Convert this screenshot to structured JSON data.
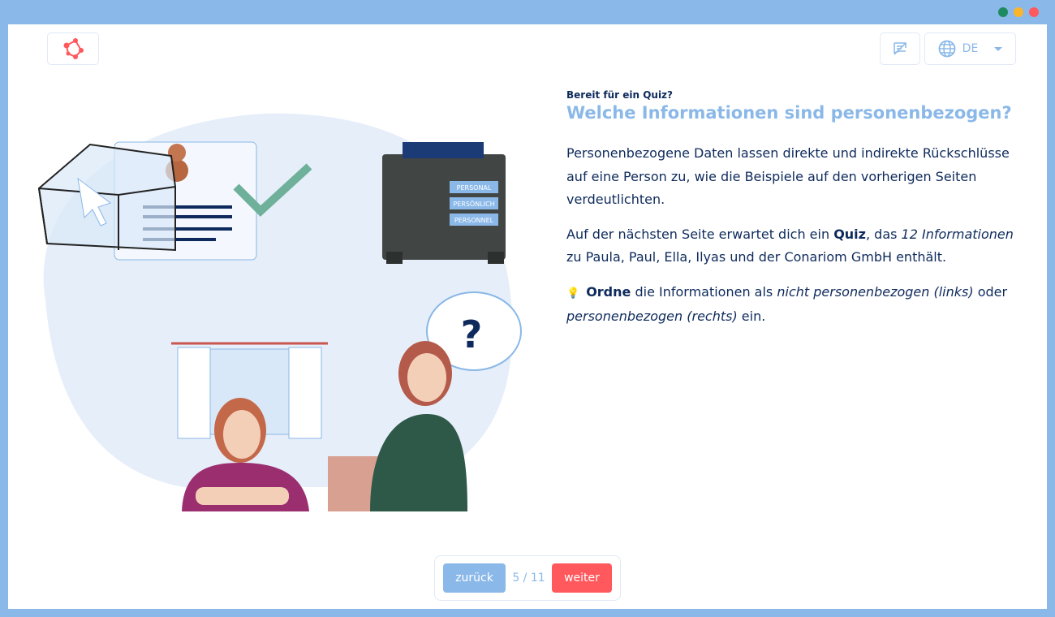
{
  "window": {
    "dot_colors": [
      "#1f8a5f",
      "#fbb52a",
      "#ff585d"
    ]
  },
  "header": {
    "logo_icon": "network-logo-icon",
    "edit_icon": "edit-off-icon",
    "language": "DE",
    "globe_icon": "globe-icon"
  },
  "content": {
    "eyebrow": "Bereit für ein Quiz?",
    "title": "Welche Informationen sind personenbezogen?",
    "p1": "Personenbezogene Daten lassen direkte und indirekte Rückschlüsse auf eine Person zu, wie die Beispiele auf den vorherigen Seiten verdeutlichten.",
    "p2": {
      "a": "Auf der nächsten Seite erwartet dich ein ",
      "b": "Quiz",
      "c": ", das ",
      "d": "12 Informationen",
      "e": " zu Paula, Paul, Ella, Ilyas und der Conariom GmbH enthält."
    },
    "p3": {
      "icon": "💡",
      "a": "Ordne",
      "b": " die Informationen als ",
      "c": "nicht personenbezogen (links)",
      "d": " oder ",
      "e": "personenbezogen (rechts)",
      "f": " ein."
    }
  },
  "illustration": {
    "safe_labels": [
      "PERSONAL",
      "PERSÖNLICH",
      "PERSONNEL"
    ],
    "thought": "?"
  },
  "nav": {
    "back": "zurück",
    "page": "5 / 11",
    "next": "weiter"
  }
}
